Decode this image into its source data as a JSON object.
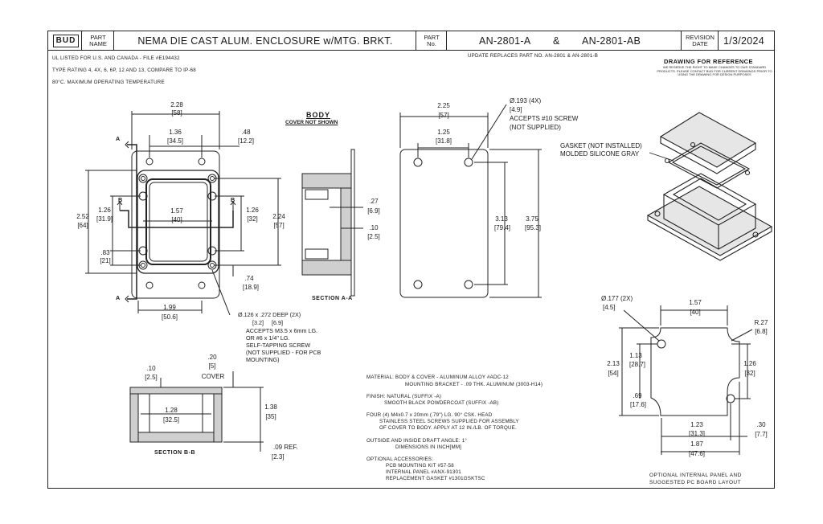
{
  "title_block": {
    "logo": "BUD",
    "part_name_label": "PART NAME",
    "part_name": "NEMA DIE CAST ALUM. ENCLOSURE w/MTG. BRKT.",
    "part_no_label": "PART No.",
    "part_no_1": "AN-2801-A",
    "part_no_amp": "&",
    "part_no_2": "AN-2801-AB",
    "revision_label": "REVISION DATE",
    "revision_date": "1/3/2024"
  },
  "header_notes": {
    "ul": "UL LISTED FOR U.S. AND CANADA - FILE #E194432",
    "rating": "TYPE RATING 4, 4X, 6, 6P, 12 AND 13, COMPARE TO IP-68",
    "temp": "80°C. MAXIMUM OPERATING TEMPERATURE",
    "update": "UPDATE REPLACES PART NO. AN-2801 & AN-2801-B",
    "reference_title": "DRAWING FOR REFERENCE",
    "reference_fine": "WE RESERVE THE RIGHT TO MAKE CHANGES TO OUR STANDARD PRODUCTS. PLEASE CONTACT BUD FOR CURRENT DRAWINGS PRIOR TO USING THE DRAWING FOR DESIGN PURPOSES"
  },
  "body_view": {
    "title": "BODY",
    "subtitle": "COVER NOT SHOWN",
    "section_marker": "A",
    "section_marker_b": "B",
    "d_228": "2.28",
    "d_228_mm": "[58]",
    "d_136": "1.36",
    "d_136_mm": "[34.5]",
    "d_48": ".48",
    "d_48_mm": "[12.2]",
    "d_252": "2.52",
    "d_252_mm": "[64]",
    "d_126": "1.26",
    "d_126_mm": "[31.9]",
    "d_157": "1.57",
    "d_157_mm": "[40]",
    "d_126r": "1.26",
    "d_126r_mm": "[32]",
    "d_224": "2.24",
    "d_224_mm": "[57]",
    "d_83": ".83",
    "d_83_mm": "[21]",
    "d_74": ".74",
    "d_74_mm": "[18.9]",
    "d_199": "1.99",
    "d_199_mm": "[50.6]",
    "hole_note_1": "Ø.126 x .272 DEEP (2X)",
    "hole_note_mm": "[3.2]     [6.9]",
    "hole_note_2": "ACCEPTS M3.5 x 6mm LG.",
    "hole_note_3": "OR #6 x 1/4\" LG.",
    "hole_note_4": "SELF-TAPPING SCREW",
    "hole_note_5": "(NOT SUPPLIED - FOR PCB",
    "hole_note_6": "MOUNTING)"
  },
  "section_a": {
    "label": "SECTION A-A",
    "d_27": ".27",
    "d_27_mm": "[6.9]",
    "d_10": ".10",
    "d_10_mm": "[2.5]"
  },
  "bracket_view": {
    "d_225": "2.25",
    "d_225_mm": "[57]",
    "d_125": "1.25",
    "d_125_mm": "[31.8]",
    "hole_1": "Ø.193 (4X)",
    "hole_mm": "[4.9]",
    "hole_2": "ACCEPTS #10 SCREW",
    "hole_3": "(NOT SUPPLIED)",
    "d_313": "3.13",
    "d_313_mm": "[79.4]",
    "d_375": "3.75",
    "d_375_mm": "[95.3]"
  },
  "iso_view": {
    "gasket_1": "GASKET (NOT INSTALLED)",
    "gasket_2": "MOLDED SILICONE GRAY"
  },
  "section_b": {
    "label": "SECTION B-B",
    "d_20": ".20",
    "d_20_mm": "[5]",
    "cover": "COVER",
    "d_10": ".10",
    "d_10_mm": "[2.5]",
    "d_128": "1.28",
    "d_128_mm": "[32.5]",
    "d_138": "1.38",
    "d_138_mm": "[35]",
    "d_09": ".09 REF.",
    "d_09_mm": "[2.3]"
  },
  "specs": {
    "material_1": "MATERIAL: BODY & COVER - ALUMINUM ALLOY #ADC-12",
    "material_2": "MOUNTING BRACKET - .09 THK. ALUMINUM (3003-H14)",
    "finish_1": "FINISH: NATURAL (SUFFIX -A)",
    "finish_2": "SMOOTH BLACK POWDERCOAT (SUFFIX -AB)",
    "four_1": "FOUR (4) M4x0.7 x 20mm (.79\") LG. 90° CSK. HEAD",
    "four_2": "STAINLESS STEEL SCREWS SUPPLIED FOR ASSEMBLY",
    "four_3": "OF COVER TO BODY. APPLY AT 12 IN./LB. OF TORQUE.",
    "draft_1": "OUTSIDE AND INSIDE DRAFT ANGLE: 1°",
    "draft_2": "DIMENSIONS IN INCH[MM]",
    "acc_0": "OPTIONAL ACCESSORIES:",
    "acc_1": "PCB MOUNTING KIT #57-58",
    "acc_2": "INTERNAL PANEL #ANX-91301",
    "acc_3": "REPLACEMENT GASKET #1301GSKTSC"
  },
  "panel_view": {
    "hole_1": "Ø.177 (2X)",
    "hole_mm": "[4.5]",
    "d_157": "1.57",
    "d_157_mm": "[40]",
    "r_27": "R.27",
    "r_27_mm": "[6.8]",
    "d_213": "2.13",
    "d_213_mm": "[54]",
    "d_113": "1.13",
    "d_113_mm": "[28.7]",
    "d_126": "1.26",
    "d_126_mm": "[32]",
    "d_69": ".69",
    "d_69_mm": "[17.6]",
    "d_123": "1.23",
    "d_123_mm": "[31.3]",
    "d_187": "1.87",
    "d_187_mm": "[47.6]",
    "d_30": ".30",
    "d_30_mm": "[7.7]",
    "caption_1": "OPTIONAL INTERNAL PANEL AND",
    "caption_2": "SUGGESTED PC BOARD LAYOUT"
  }
}
